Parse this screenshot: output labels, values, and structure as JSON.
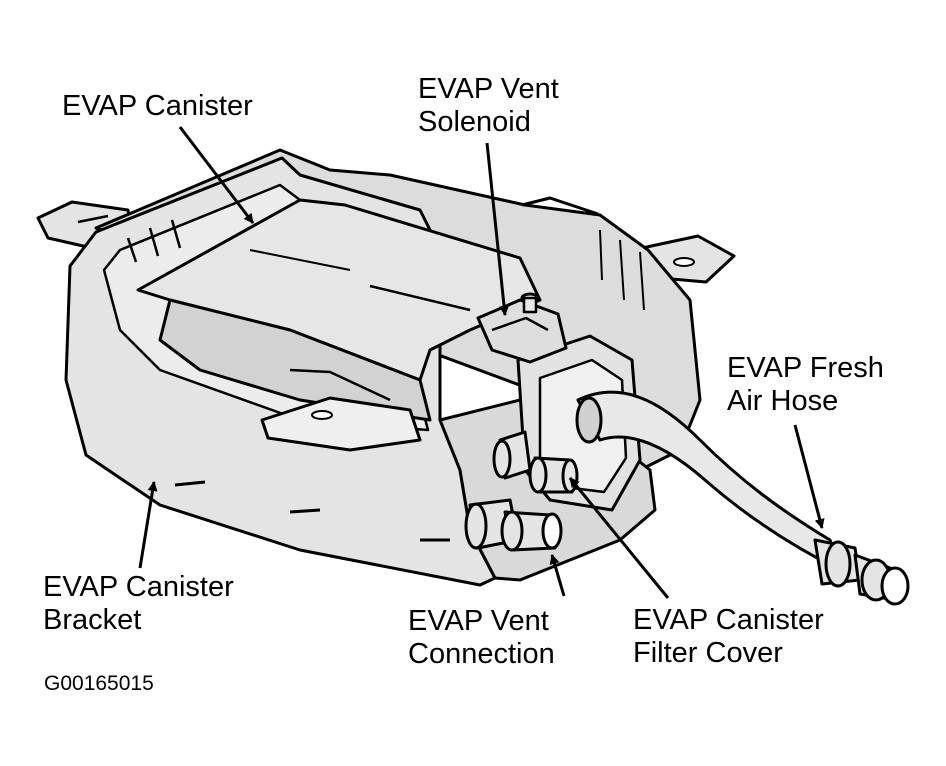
{
  "labels": {
    "evap_canister": [
      "EVAP Canister"
    ],
    "evap_vent_solenoid": [
      "EVAP Vent",
      "Solenoid"
    ],
    "evap_fresh_air_hose": [
      "EVAP Fresh",
      "Air Hose"
    ],
    "evap_canister_bracket": [
      "EVAP Canister",
      "Bracket"
    ],
    "evap_vent_connection": [
      "EVAP Vent",
      "Connection"
    ],
    "evap_canister_filter_cover": [
      "EVAP Canister",
      "Filter Cover"
    ]
  },
  "figure_id": "G00165015",
  "colors": {
    "ink": "#000000",
    "body": "#e4e4e4",
    "shade": "#bdbdbd",
    "background": "#ffffff"
  }
}
